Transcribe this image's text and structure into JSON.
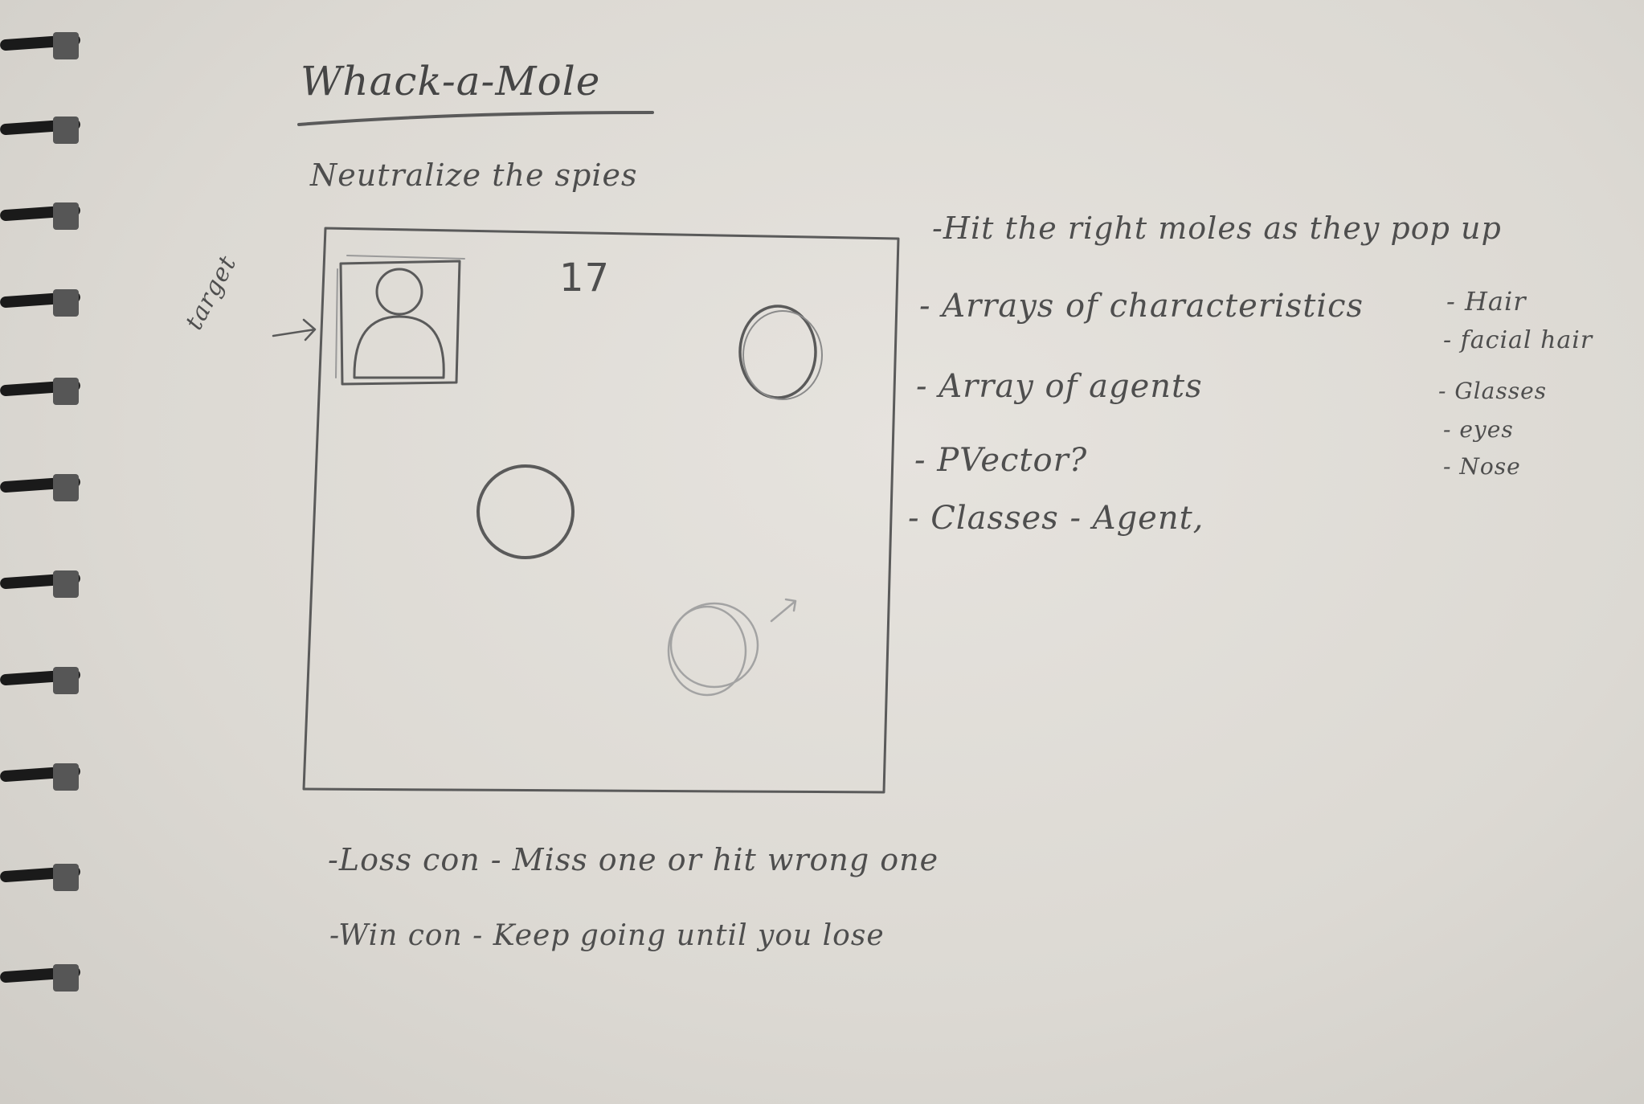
{
  "title": "Whack-a-Mole",
  "subtitle": "Neutralize the spies",
  "target_label": "target",
  "score": "17",
  "notes": [
    "-Hit the right moles as they pop up",
    "- Arrays of characteristics",
    "- Array of agents",
    "- PVector?",
    "- Classes - Agent,"
  ],
  "characteristics": [
    "- Hair",
    "- facial hair",
    "- Glasses",
    "- eyes",
    "- Nose"
  ],
  "conditions": {
    "loss": "-Loss con - Miss one or hit wrong one",
    "win": "-Win con - Keep going until you lose"
  }
}
